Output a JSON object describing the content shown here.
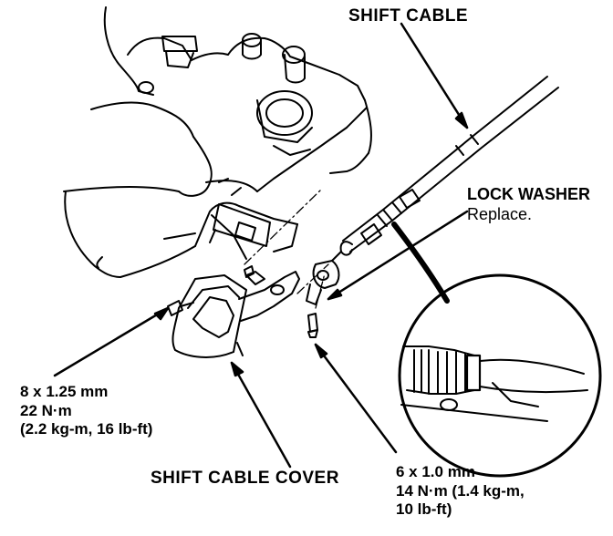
{
  "colors": {
    "ink": "#000000",
    "paper": "#ffffff"
  },
  "labels": {
    "shift_cable": "SHIFT CABLE",
    "lock_washer": "LOCK WASHER",
    "lock_washer_note": "Replace.",
    "bolt_left_size": "8 x 1.25 mm",
    "bolt_left_torque": "22 N·m",
    "bolt_left_torque_alt": "(2.2 kg-m, 16 lb-ft)",
    "cover": "SHIFT CABLE COVER",
    "bolt_right_size": "6 x 1.0 mm",
    "bolt_right_torque": "14 N·m (1.4 kg-m,",
    "bolt_right_torque_alt": "10 lb-ft)"
  }
}
